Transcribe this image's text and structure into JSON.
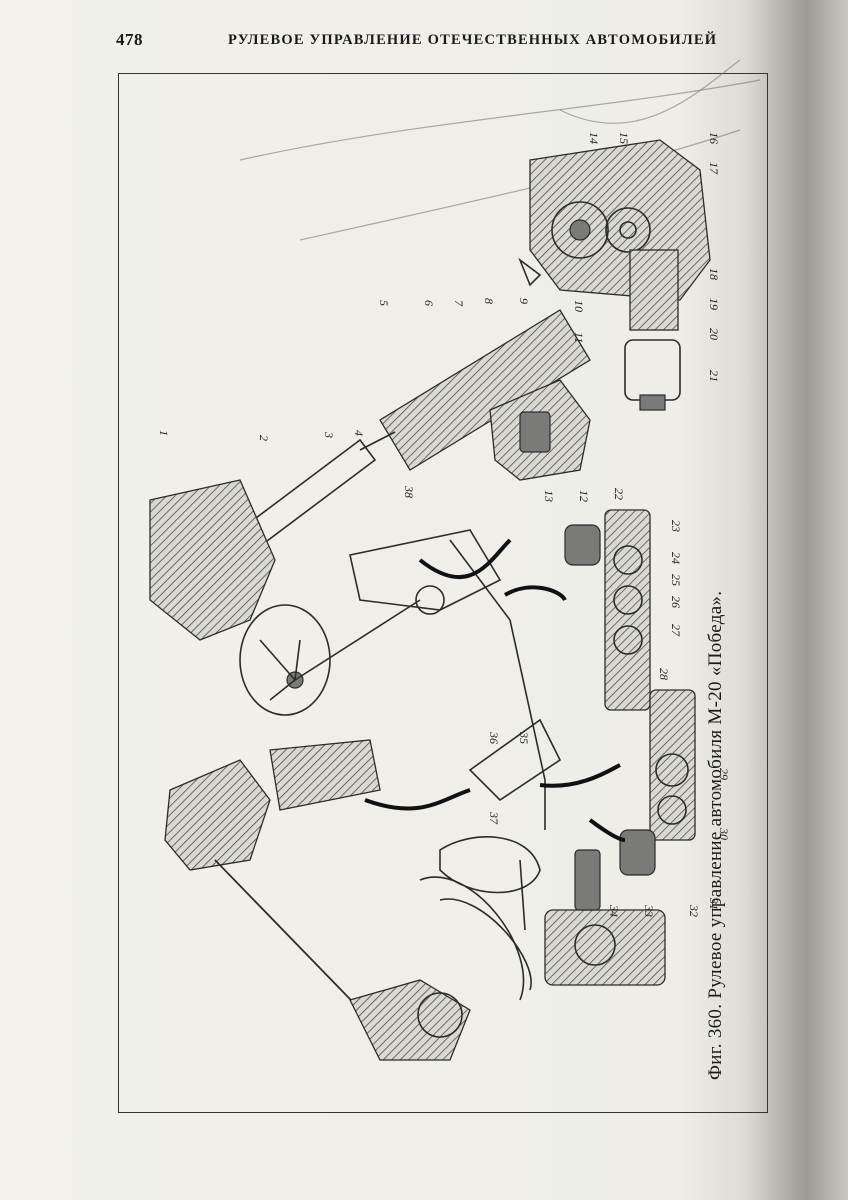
{
  "header": {
    "page_number": "478",
    "running_head": "РУЛЕВОЕ УПРАВЛЕНИЕ ОТЕЧЕСТВЕННЫХ АВТОМОБИЛЕЙ"
  },
  "figure": {
    "caption": "Фиг. 360. Рулевое управление автомобиля М-20 «Победа».",
    "callouts": [
      "1",
      "2",
      "3",
      "4",
      "5",
      "6",
      "7",
      "8",
      "9",
      "10",
      "11",
      "12",
      "13",
      "14",
      "15",
      "16",
      "17",
      "18",
      "19",
      "20",
      "21",
      "22",
      "23",
      "24",
      "25",
      "26",
      "27",
      "28",
      "29",
      "30",
      "31",
      "32",
      "33",
      "34",
      "35",
      "36",
      "37",
      "38"
    ]
  }
}
